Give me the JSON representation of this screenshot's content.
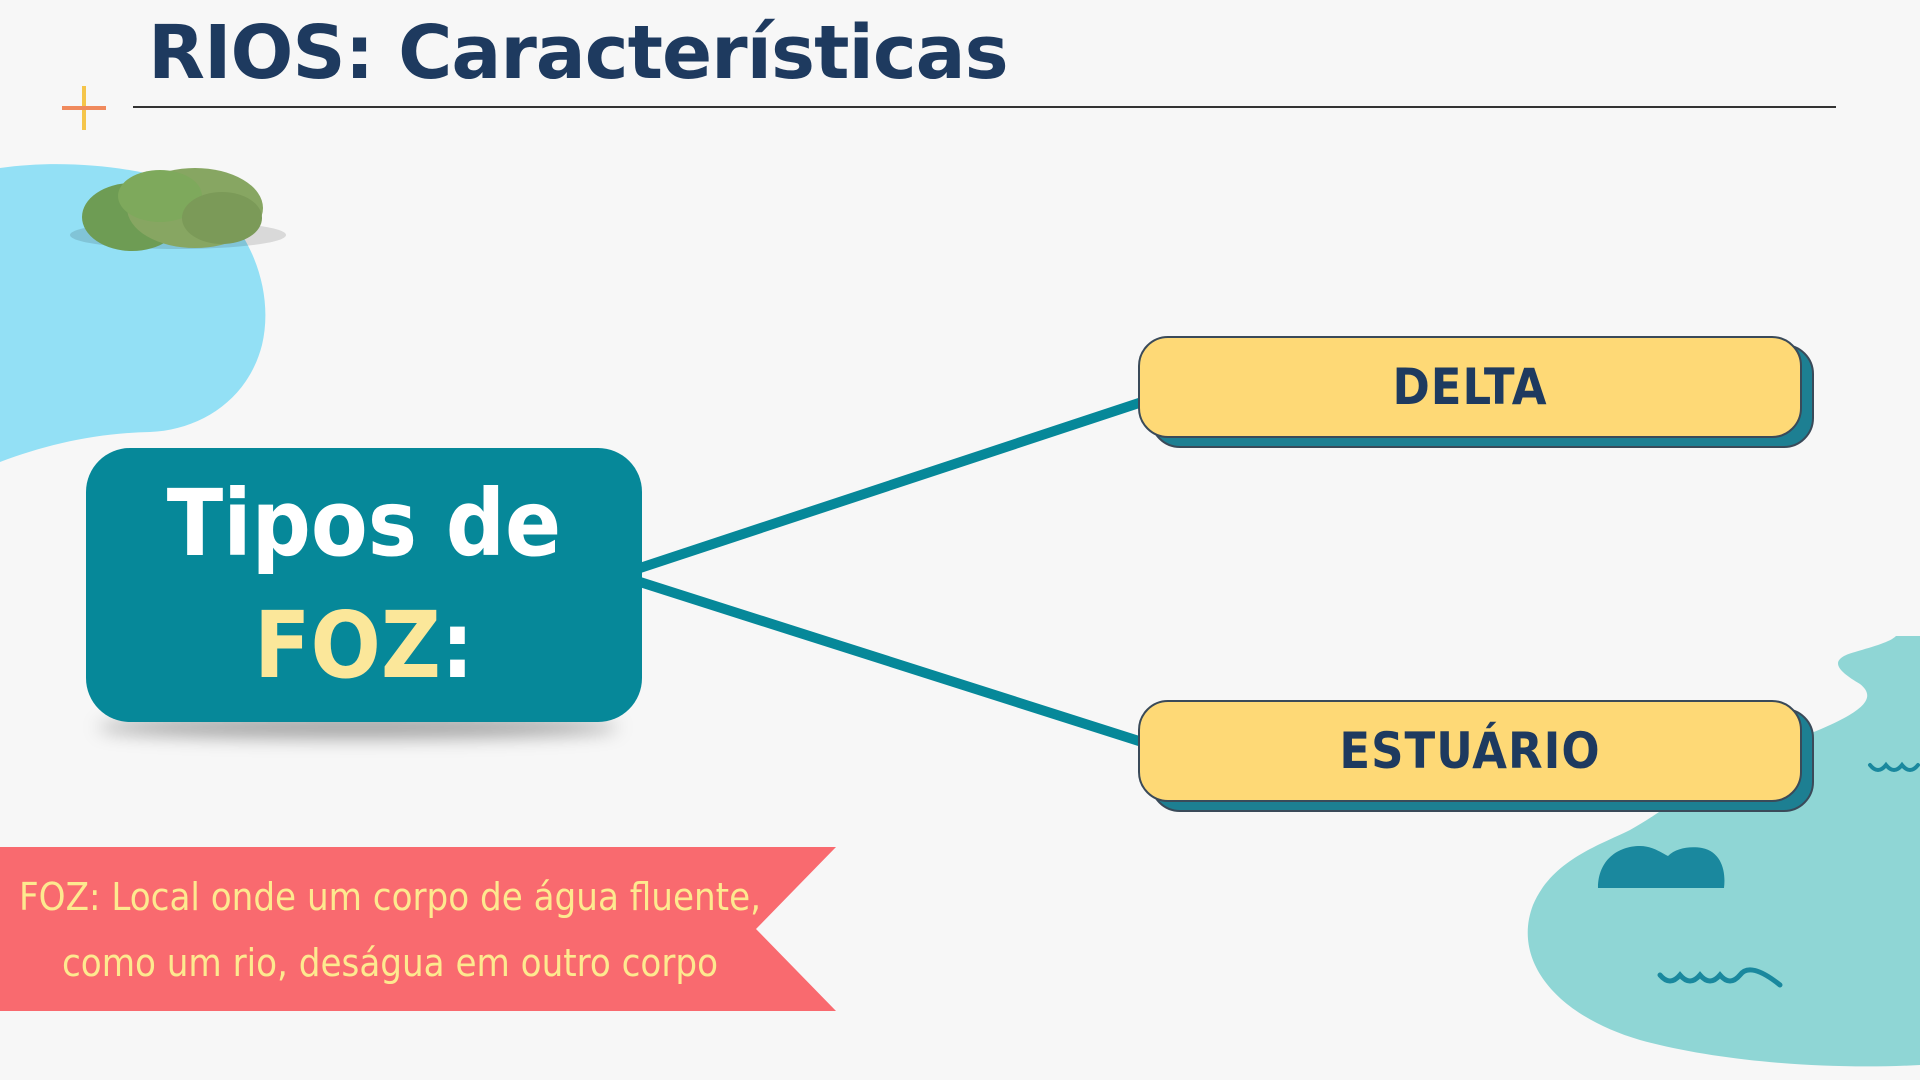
{
  "header": {
    "title": "RIOS: Características"
  },
  "diagram": {
    "central": {
      "line1": "Tipos de",
      "line2_highlight": "FOZ",
      "line2_rest": ":"
    },
    "branches": [
      {
        "label": "DELTA"
      },
      {
        "label": "ESTUÁRIO"
      }
    ]
  },
  "definition": {
    "line1": "FOZ: Local onde um corpo de água fluente,",
    "line2": "como um rio, deságua em outro corpo"
  },
  "colors": {
    "title": "#1e3a5f",
    "central_box": "#068899",
    "central_highlight": "#fbe79a",
    "pill": "#fed976",
    "connector": "#068899",
    "banner": "#f96a6f",
    "banner_text": "#fde98f",
    "water_left": "#93e0f5",
    "water_right": "#8fd6d5"
  },
  "icons": [
    "plus-sparkle-icon",
    "bush-icon",
    "rock-icon",
    "wave-icon"
  ]
}
